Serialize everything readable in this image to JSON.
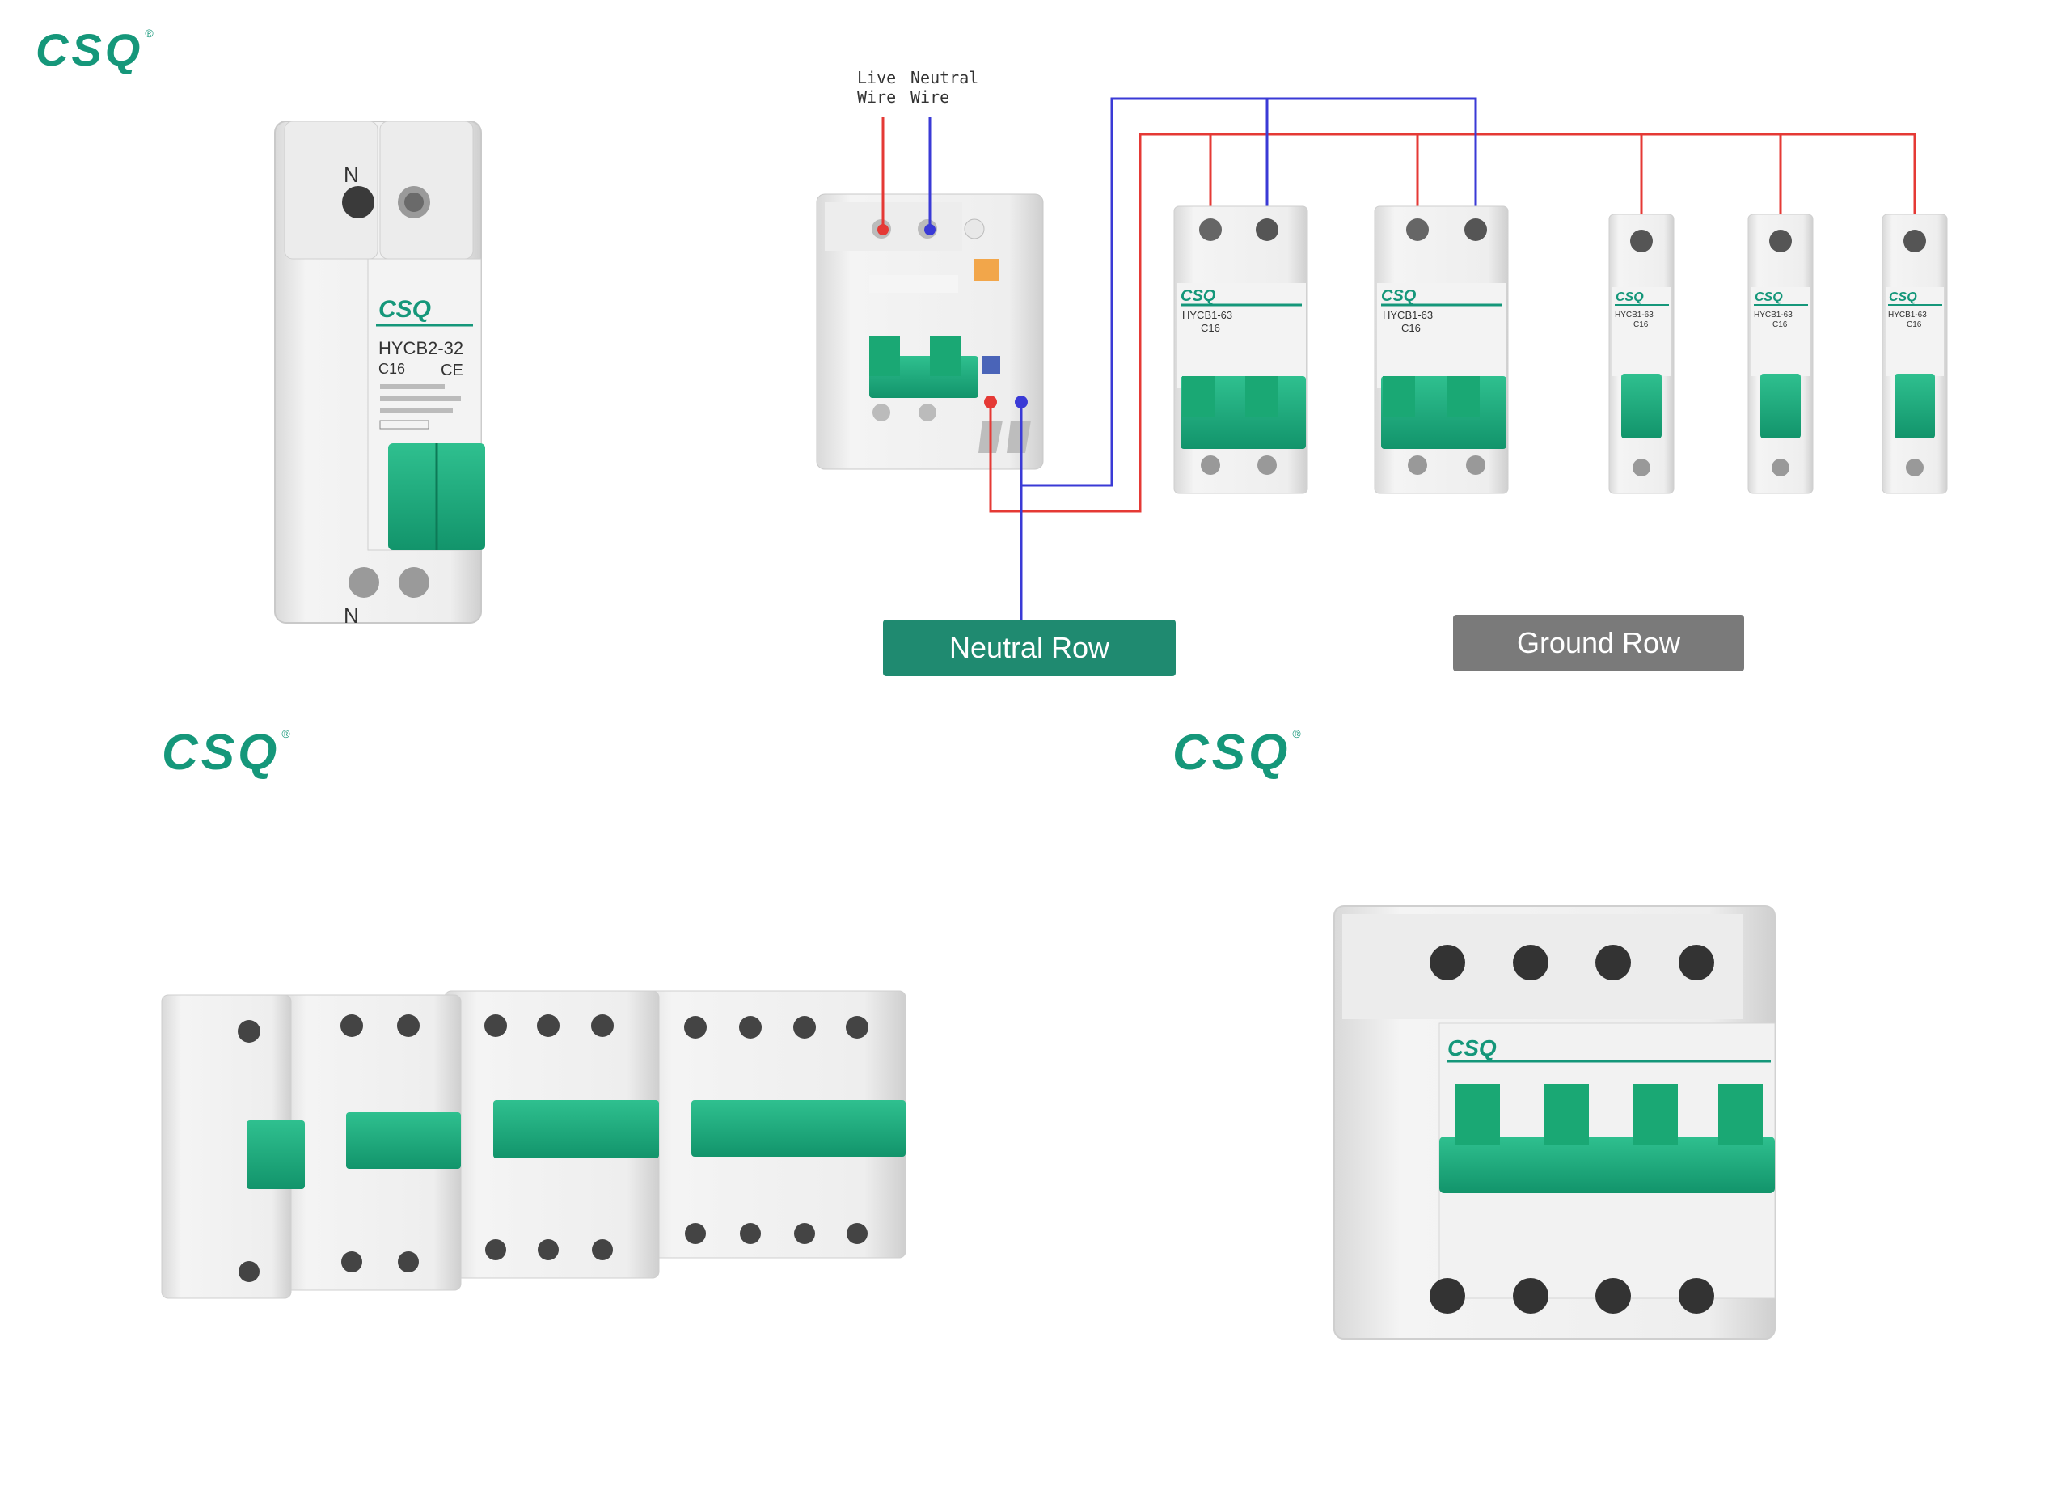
{
  "brand": {
    "logo_text": "CSQ",
    "registered_mark": "®",
    "color": "#15977a"
  },
  "product_single": {
    "terminal_top_label": "N",
    "terminal_bottom_label": "N",
    "brand_text": "CSQ",
    "model": "HYCB2-32",
    "rating": "C16",
    "ce_mark": "CE"
  },
  "wiring_diagram": {
    "live_wire_label": "Live\nWire",
    "neutral_wire_label": "Neutral\nWire",
    "neutral_row_label": "Neutral Row",
    "ground_row_label": "Ground Row",
    "live_color": "#e53935",
    "neutral_color": "#3a3ad6",
    "neutral_row_color": "#1f8a70",
    "ground_row_color": "#7a7a7a",
    "breaker_models": [
      "HYCB1-63",
      "HYCB1-63",
      "HYCB1-63",
      "HYCB1-63",
      "HYCB1-63"
    ],
    "breaker_rating": "C16"
  },
  "colors": {
    "handle_green": "#17a57a",
    "body_gray": "#e6e6e6",
    "body_light": "#f1f1f1"
  }
}
